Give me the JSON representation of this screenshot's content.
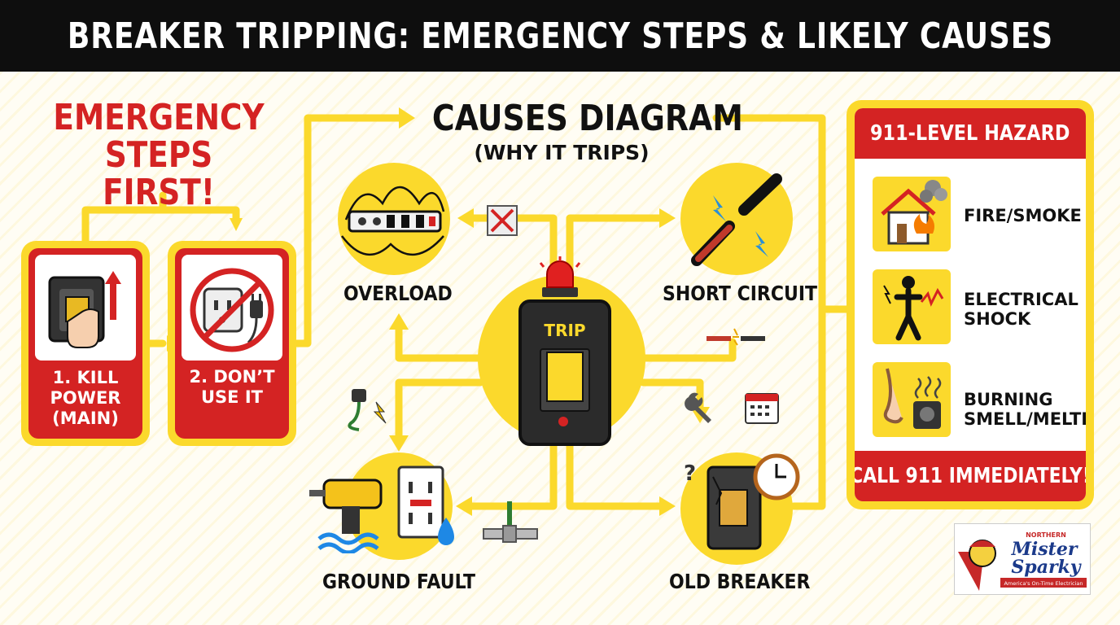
{
  "title": "BREAKER TRIPPING: EMERGENCY STEPS & LIKELY CAUSES",
  "emergency": {
    "heading_line1": "EMERGENCY",
    "heading_line2": "STEPS FIRST!",
    "steps": [
      {
        "line1": "1. KILL",
        "line2": "POWER",
        "line3": "(MAIN)"
      },
      {
        "line1": "2. DON’T",
        "line2": "USE IT"
      }
    ]
  },
  "causes": {
    "heading": "CAUSES DIAGRAM",
    "subheading": "(WHY IT TRIPS)",
    "center_label": "TRIP",
    "items": [
      {
        "label": "OVERLOAD",
        "icon": "power-strip-icon"
      },
      {
        "label": "SHORT CIRCUIT",
        "icon": "sparking-wires-icon"
      },
      {
        "label": "GROUND FAULT",
        "icon": "drill-outlet-water-icon"
      },
      {
        "label": "OLD BREAKER",
        "icon": "worn-breaker-clock-icon"
      }
    ]
  },
  "hazard": {
    "heading": "911-LEVEL HAZARD",
    "items": [
      {
        "label_line1": "FIRE/SMOKE",
        "label_line2": "",
        "icon": "house-fire-icon"
      },
      {
        "label_line1": "ELECTRICAL",
        "label_line2": "SHOCK",
        "icon": "electric-shock-icon"
      },
      {
        "label_line1": "BURNING",
        "label_line2": "SMELL/MELTING",
        "icon": "nose-melted-outlet-icon"
      }
    ],
    "footer": "CALL 911 IMMEDIATELY!"
  },
  "logo": {
    "line1": "NORTHERN",
    "line2": "Mister",
    "line3": "Sparky",
    "tagline": "America's On-Time Electrician"
  },
  "colors": {
    "yellow": "#fbd92c",
    "red": "#d42323",
    "black": "#0e0e0e"
  }
}
